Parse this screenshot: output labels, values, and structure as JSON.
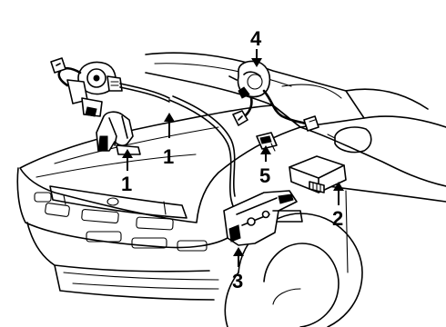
{
  "callouts": {
    "c1_left": "1",
    "c1_right": "1",
    "c2": "2",
    "c3": "3",
    "c4": "4",
    "c5": "5"
  }
}
